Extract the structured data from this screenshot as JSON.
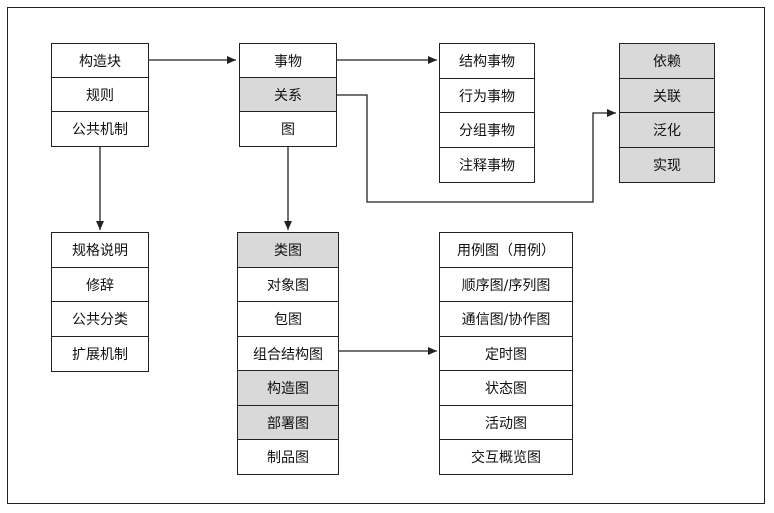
{
  "boxes": {
    "building_blocks": [
      {
        "label": "构造块",
        "shaded": false
      },
      {
        "label": "规则",
        "shaded": false
      },
      {
        "label": "公共机制",
        "shaded": false
      }
    ],
    "mechanisms": [
      {
        "label": "规格说明",
        "shaded": false
      },
      {
        "label": "修辞",
        "shaded": false
      },
      {
        "label": "公共分类",
        "shaded": false
      },
      {
        "label": "扩展机制",
        "shaded": false
      }
    ],
    "things_relations": [
      {
        "label": "事物",
        "shaded": false
      },
      {
        "label": "关系",
        "shaded": true
      },
      {
        "label": "图",
        "shaded": false
      }
    ],
    "thing_types": [
      {
        "label": "结构事物",
        "shaded": false
      },
      {
        "label": "行为事物",
        "shaded": false
      },
      {
        "label": "分组事物",
        "shaded": false
      },
      {
        "label": "注释事物",
        "shaded": false
      }
    ],
    "relation_types": [
      {
        "label": "依赖",
        "shaded": true
      },
      {
        "label": "关联",
        "shaded": true
      },
      {
        "label": "泛化",
        "shaded": true
      },
      {
        "label": "实现",
        "shaded": true
      }
    ],
    "structure_diagrams": [
      {
        "label": "类图",
        "shaded": true
      },
      {
        "label": "对象图",
        "shaded": false
      },
      {
        "label": "包图",
        "shaded": false
      },
      {
        "label": "组合结构图",
        "shaded": false
      },
      {
        "label": "构造图",
        "shaded": true
      },
      {
        "label": "部署图",
        "shaded": true
      },
      {
        "label": "制品图",
        "shaded": false
      }
    ],
    "behavior_diagrams": [
      {
        "label": "用例图（用例）",
        "shaded": false
      },
      {
        "label": "顺序图/序列图",
        "shaded": false
      },
      {
        "label": "通信图/协作图",
        "shaded": false
      },
      {
        "label": "定时图",
        "shaded": false
      },
      {
        "label": "状态图",
        "shaded": false
      },
      {
        "label": "活动图",
        "shaded": false
      },
      {
        "label": "交互概览图",
        "shaded": false
      }
    ]
  },
  "colors": {
    "shaded": "#d9d9d9",
    "plain": "#ffffff",
    "stroke": "#222222"
  }
}
